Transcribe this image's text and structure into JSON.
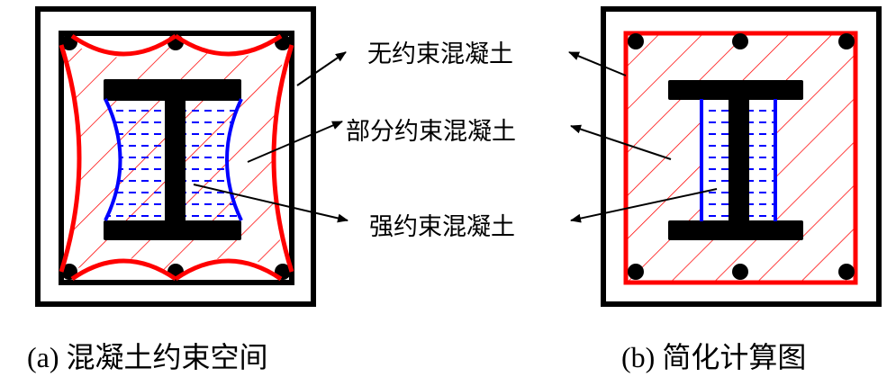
{
  "labels": {
    "unconfined": "无约束混凝土",
    "partially_confined": "部分约束混凝土",
    "highly_confined": "强约束混凝土"
  },
  "captions": {
    "a": "(a)  混凝土约束空间",
    "b": "(b)  简化计算图"
  },
  "colors": {
    "steel": "#000000",
    "partial": "#ff0000",
    "strong": "#0000ff"
  }
}
